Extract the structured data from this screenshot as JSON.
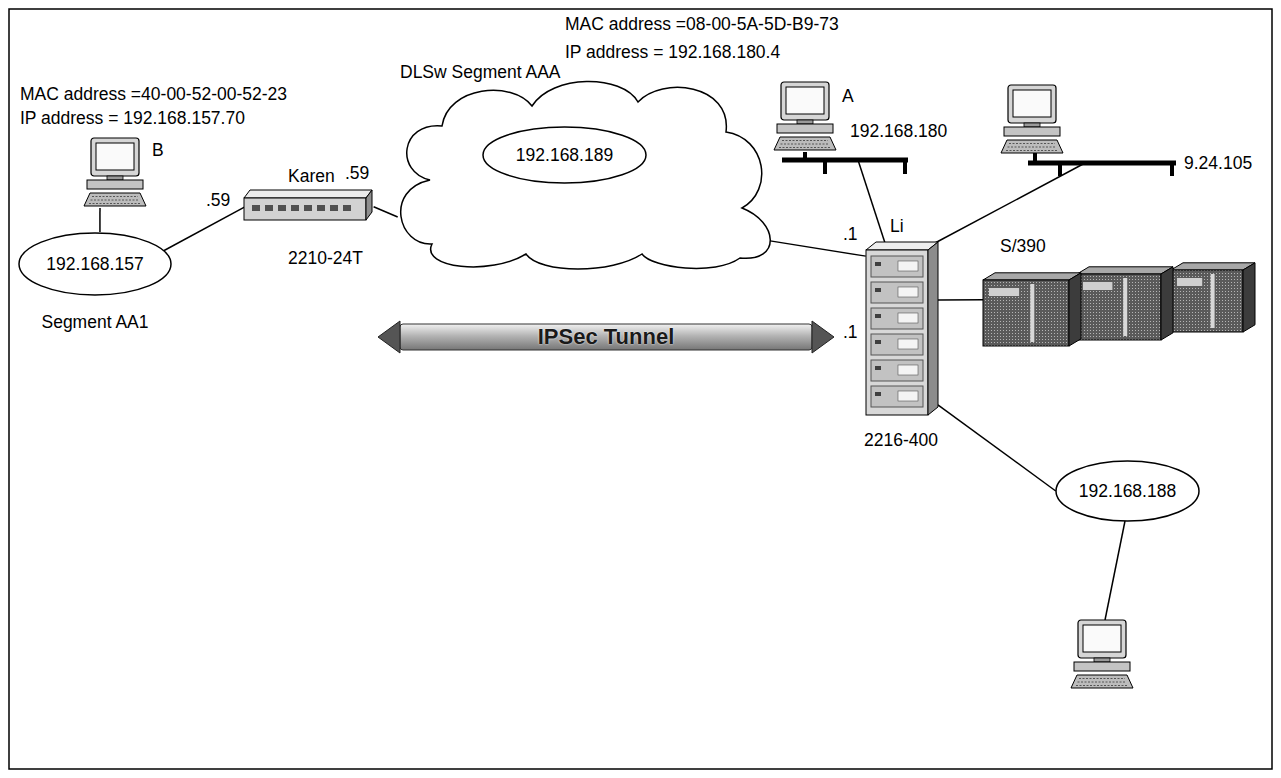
{
  "diagram": {
    "nodes": [
      {
        "text": [
          "DLSw Segment AAA"
        ]
      },
      {
        "text": [
          "192.168.189"
        ],
        "in": 0
      },
      {
        "text": [
          "Karen",
          "2210-24T"
        ]
      },
      {
        "text": [
          "192.168.157",
          "Segment AA1"
        ]
      },
      {
        "text": [
          "B"
        ]
      },
      {
        "text": [
          "Li",
          "2216-400"
        ]
      },
      {
        "text": [
          "S/390"
        ]
      },
      {
        "text": [
          "192.168.188"
        ]
      },
      {
        "text": [
          "A"
        ]
      },
      {
        "text": [
          "IPSec Tunnel"
        ]
      }
    ],
    "edges": [
      {
        "from": 4,
        "to": 3,
        "arrow": "none"
      },
      {
        "from": 3,
        "to": 2,
        "arrow": "none"
      },
      {
        "from": 2,
        "to": 0,
        "arrow": "none"
      },
      {
        "from": 0,
        "to": 5,
        "arrow": "none"
      },
      {
        "from": 5,
        "to": 6,
        "arrow": "none"
      },
      {
        "from": 5,
        "to": 7,
        "arrow": "none"
      }
    ],
    "labels": [
      "MAC address =08-00-5A-5D-B9-73",
      "IP address = 192.168.180.4",
      "192.168.180",
      "9.24.105",
      ".1",
      ".1",
      "MAC address =40-00-52-00-52-23",
      "IP address = 192.168.157.70",
      ".59",
      ".59"
    ]
  }
}
